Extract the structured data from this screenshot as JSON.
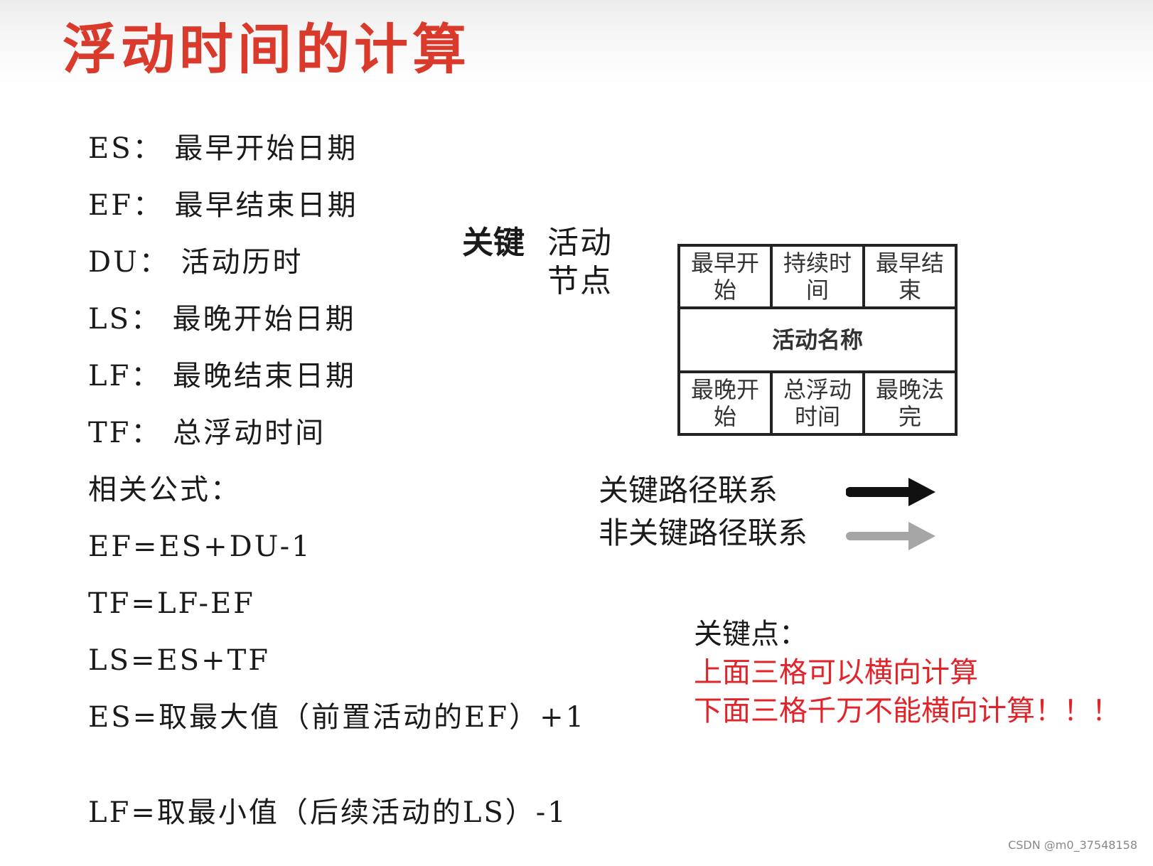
{
  "title": "浮动时间的计算",
  "definitions": [
    "ES：  最早开始日期",
    "EF：  最早结束日期",
    "DU：  活动历时",
    "LS：  最晚开始日期",
    "LF：  最晚结束日期",
    "TF：  总浮动时间",
    "相关公式：",
    "EF=ES+DU-1",
    "TF=LF-EF",
    "LS=ES+TF",
    "ES=取最大值（前置活动的EF）+1",
    "LF=取最小值（后续活动的LS）-1"
  ],
  "legend": {
    "critical": "关键",
    "activity_node": "活动节点",
    "node": {
      "top": [
        "最早开始",
        "持续时间",
        "最早结束"
      ],
      "middle": "活动名称",
      "bottom": [
        "最晚开始",
        "总浮动时间",
        "最晚法完"
      ]
    },
    "critical_path_link": "关键路径联系",
    "non_critical_path_link": "非关键路径联系",
    "colors": {
      "critical_arrow": "#111111",
      "non_critical_arrow": "#a6a6a6"
    }
  },
  "key_points": {
    "label": "关键点：",
    "lines": [
      "上面三格可以横向计算",
      "下面三格千万不能横向计算！！！"
    ]
  },
  "watermark": "CSDN @m0_37548158"
}
